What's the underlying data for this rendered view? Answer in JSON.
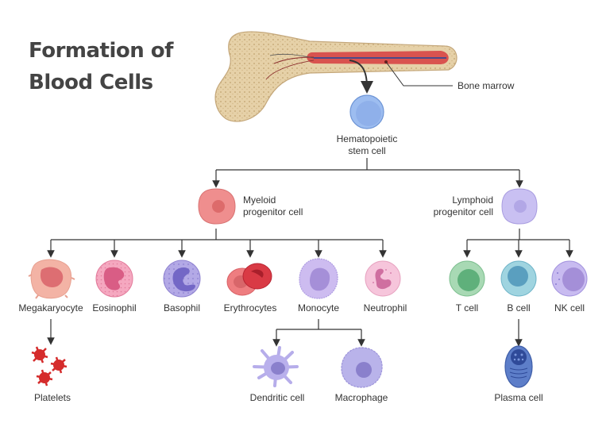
{
  "title": {
    "line1": "Formation of",
    "line2": "Blood Cells"
  },
  "bone": {
    "label": "Bone marrow"
  },
  "stem_cell": {
    "line1": "Hematopoietic",
    "line2": "stem cell"
  },
  "myeloid": {
    "line1": "Myeloid",
    "line2": "progenitor cell"
  },
  "lymphoid": {
    "line1": "Lymphoid",
    "line2": "progenitor cell"
  },
  "myeloid_children": [
    {
      "label": "Megakaryocyte"
    },
    {
      "label": "Eosinophil"
    },
    {
      "label": "Basophil"
    },
    {
      "label": "Erythrocytes"
    },
    {
      "label": "Monocyte"
    },
    {
      "label": "Neutrophil"
    }
  ],
  "lymphoid_children": [
    {
      "label": "T cell"
    },
    {
      "label": "B cell"
    },
    {
      "label": "NK cell"
    }
  ],
  "derived": {
    "platelets": "Platelets",
    "dendritic": "Dendritic cell",
    "macrophage": "Macrophage",
    "plasma": "Plasma cell"
  },
  "colors": {
    "title_text": "#444444",
    "connector": "#333333",
    "bone": "#e8d5b0",
    "marrow": "#d9534f",
    "stem": "#8fb4ea",
    "myeloid": "#ee8e8e",
    "lymphoid": "#c7c0f0"
  }
}
